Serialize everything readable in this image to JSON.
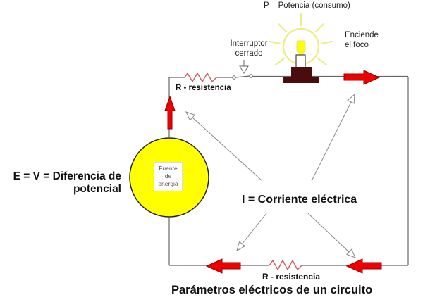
{
  "diagram": {
    "title": "Parámetros eléctricos de un circuito",
    "power_label": "P = Potencia (consumo)",
    "light": {
      "line1": "Enciende",
      "line2": "el foco"
    },
    "switch": {
      "line1": "Interruptor",
      "line2": "cerrado"
    },
    "resistor_top_label": "R - resistencia",
    "resistor_bottom_label": "R - resistencia",
    "voltage": {
      "line1": "E = V = Diferencia de",
      "line2": "potencial"
    },
    "current_label": "I = Corriente eléctrica",
    "source": {
      "line1": "Fuente",
      "line2": "de",
      "line3": "energia"
    }
  },
  "colors": {
    "current_arrow_fill": "#ee0000",
    "current_arrow_outline": "#990000",
    "source_fill": "#ffff00",
    "resistor": "#d05c5c",
    "wire": "#666666",
    "annotation": "#888888",
    "bulb_glow": "#eeee88",
    "bulb_base": "#4a0c0c",
    "filament": "#ffff00"
  }
}
